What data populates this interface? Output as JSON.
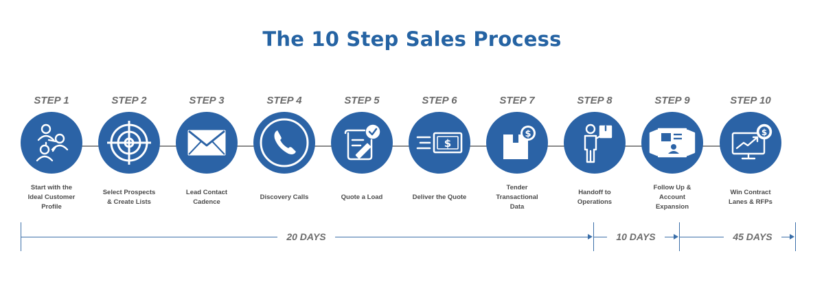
{
  "title": "The 10 Step Sales Process",
  "steps": [
    {
      "label": "STEP 1",
      "desc": "Start with the\nIdeal Customer\nProfile",
      "icon": "people-network-icon"
    },
    {
      "label": "STEP 2",
      "desc": "Select Prospects\n& Create Lists",
      "icon": "target-icon"
    },
    {
      "label": "STEP 3",
      "desc": "Lead Contact\nCadence",
      "icon": "envelope-icon"
    },
    {
      "label": "STEP 4",
      "desc": "Discovery Calls",
      "icon": "phone-icon"
    },
    {
      "label": "STEP 5",
      "desc": "Quote a Load",
      "icon": "document-check-icon"
    },
    {
      "label": "STEP 6",
      "desc": "Deliver the Quote",
      "icon": "fast-money-icon"
    },
    {
      "label": "STEP 7",
      "desc": "Tender\nTransactional\nData",
      "icon": "box-dollar-icon"
    },
    {
      "label": "STEP 8",
      "desc": "Handoff to\nOperations",
      "icon": "person-package-icon"
    },
    {
      "label": "STEP 9",
      "desc": "Follow Up &\nAccount\nExpansion",
      "icon": "video-call-icon"
    },
    {
      "label": "STEP 10",
      "desc": "Win Contract\nLanes & RFPs",
      "icon": "monitor-growth-icon"
    }
  ],
  "timeline": [
    {
      "label": "20 DAYS"
    },
    {
      "label": "10 DAYS"
    },
    {
      "label": "45 DAYS"
    }
  ],
  "colors": {
    "title": "#2563a3",
    "circle": "#2b63a6",
    "step_label": "#6b6b6b",
    "timeline": "#3a6ea8"
  }
}
